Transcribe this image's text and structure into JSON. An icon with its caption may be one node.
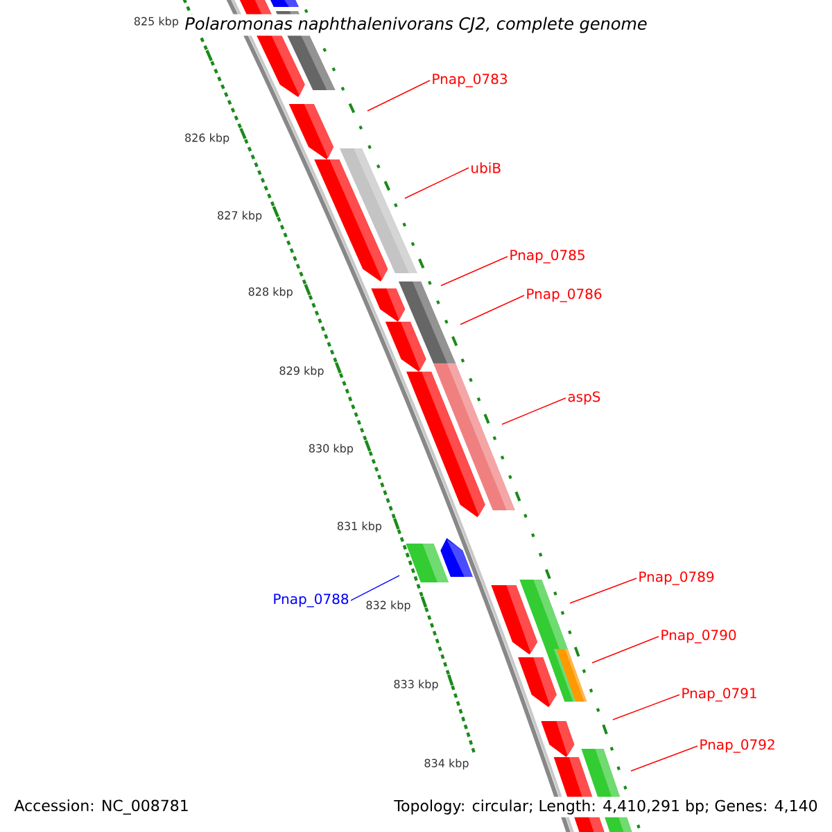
{
  "diagram": {
    "title": "Polaromonas naphthalenivorans CJ2, complete genome",
    "nodes": [
      {
        "text": [
          "Pnap_0783"
        ]
      },
      {
        "text": [
          "ubiB"
        ]
      },
      {
        "text": [
          "Pnap_0785"
        ]
      },
      {
        "text": [
          "Pnap_0786"
        ]
      },
      {
        "text": [
          "aspS"
        ]
      },
      {
        "text": [
          "Pnap_0788"
        ]
      },
      {
        "text": [
          "Pnap_0789"
        ]
      },
      {
        "text": [
          "Pnap_0790"
        ]
      },
      {
        "text": [
          "Pnap_0791"
        ]
      },
      {
        "text": [
          "Pnap_0792"
        ]
      }
    ],
    "edges": [
      {
        "from": 0,
        "to": null,
        "arrow": "none"
      },
      {
        "from": 1,
        "to": null,
        "arrow": "none"
      },
      {
        "from": 2,
        "to": null,
        "arrow": "none"
      },
      {
        "from": 3,
        "to": null,
        "arrow": "none"
      },
      {
        "from": 4,
        "to": null,
        "arrow": "none"
      },
      {
        "from": 5,
        "to": null,
        "arrow": "none",
        "color": "#0000ff"
      },
      {
        "from": 6,
        "to": null,
        "arrow": "none"
      },
      {
        "from": 7,
        "to": null,
        "arrow": "none"
      },
      {
        "from": 8,
        "to": null,
        "arrow": "none"
      },
      {
        "from": 9,
        "to": null,
        "arrow": "none"
      }
    ],
    "labels": [
      "825 kbp",
      "826 kbp",
      "827 kbp",
      "828 kbp",
      "829 kbp",
      "830 kbp",
      "831 kbp",
      "832 kbp",
      "833 kbp",
      "834 kbp",
      "Accession: NC_008781",
      "Topology: circular; Length: 4,410,291 bp; Genes: 4,140"
    ]
  }
}
